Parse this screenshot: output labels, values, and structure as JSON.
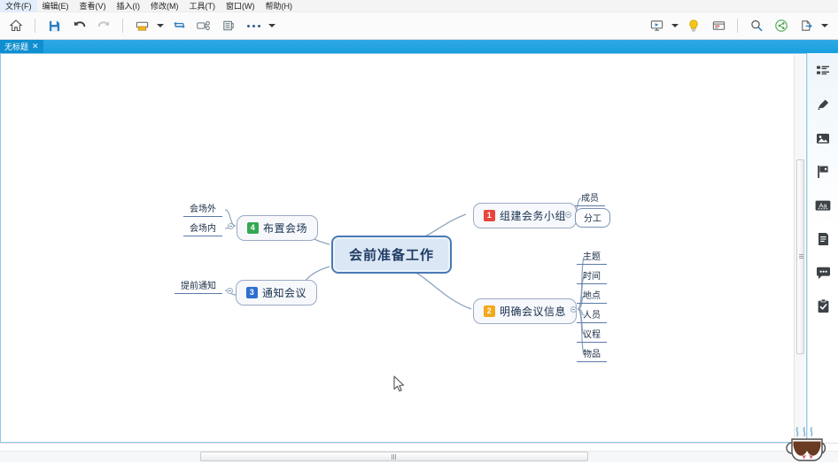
{
  "app": {
    "tab_title": "无标题",
    "tab_close": "✕"
  },
  "menubar": {
    "items": [
      {
        "label": "文件(F)",
        "name": "menu-file"
      },
      {
        "label": "编辑(E)",
        "name": "menu-edit"
      },
      {
        "label": "查看(V)",
        "name": "menu-view"
      },
      {
        "label": "插入(I)",
        "name": "menu-insert"
      },
      {
        "label": "修改(M)",
        "name": "menu-modify"
      },
      {
        "label": "工具(T)",
        "name": "menu-tools"
      },
      {
        "label": "窗口(W)",
        "name": "menu-window"
      },
      {
        "label": "帮助(H)",
        "name": "menu-help"
      }
    ]
  },
  "toolbar": {
    "left_icons": [
      "home-icon",
      "save-icon",
      "undo-icon",
      "redo-icon",
      "print-icon",
      "sync-icon",
      "relation-icon",
      "outline-icon",
      "more-icon"
    ],
    "right_icons": [
      "presentation-icon",
      "lightbulb-icon",
      "layout-icon",
      "search-icon",
      "share-icon",
      "export-icon"
    ]
  },
  "rail": {
    "items": [
      {
        "name": "outline-panel-icon",
        "label": "大纲"
      },
      {
        "name": "format-brush-icon",
        "label": "格式刷"
      },
      {
        "name": "image-icon",
        "label": "图片"
      },
      {
        "name": "flag-icon",
        "label": "标记"
      },
      {
        "name": "text-style-icon",
        "label": "Aa"
      },
      {
        "name": "note-icon",
        "label": "备注"
      },
      {
        "name": "comment-icon",
        "label": "评论"
      },
      {
        "name": "task-icon",
        "label": "任务"
      }
    ]
  },
  "mindmap": {
    "root": {
      "text": "会前准备工作"
    },
    "branches": [
      {
        "badge": "1",
        "badge_color": "#e8453c",
        "text": "组建会务小组",
        "children": [
          "成员",
          "分工"
        ]
      },
      {
        "badge": "2",
        "badge_color": "#f3a71b",
        "text": "明确会议信息",
        "children": [
          "主题",
          "时间",
          "地点",
          "人员",
          "议程",
          "物品"
        ]
      },
      {
        "badge": "3",
        "badge_color": "#2d6fd0",
        "text": "通知会议",
        "children": [
          "提前通知"
        ]
      },
      {
        "badge": "4",
        "badge_color": "#35a853",
        "text": "布置会场",
        "children": [
          "会场外",
          "会场内"
        ]
      }
    ]
  },
  "colors": {
    "tab_blue": "#1a9fe0",
    "root_border": "#4a7ab5",
    "root_fill": "#dce7f5",
    "canvas_border": "#8fc9ea"
  }
}
